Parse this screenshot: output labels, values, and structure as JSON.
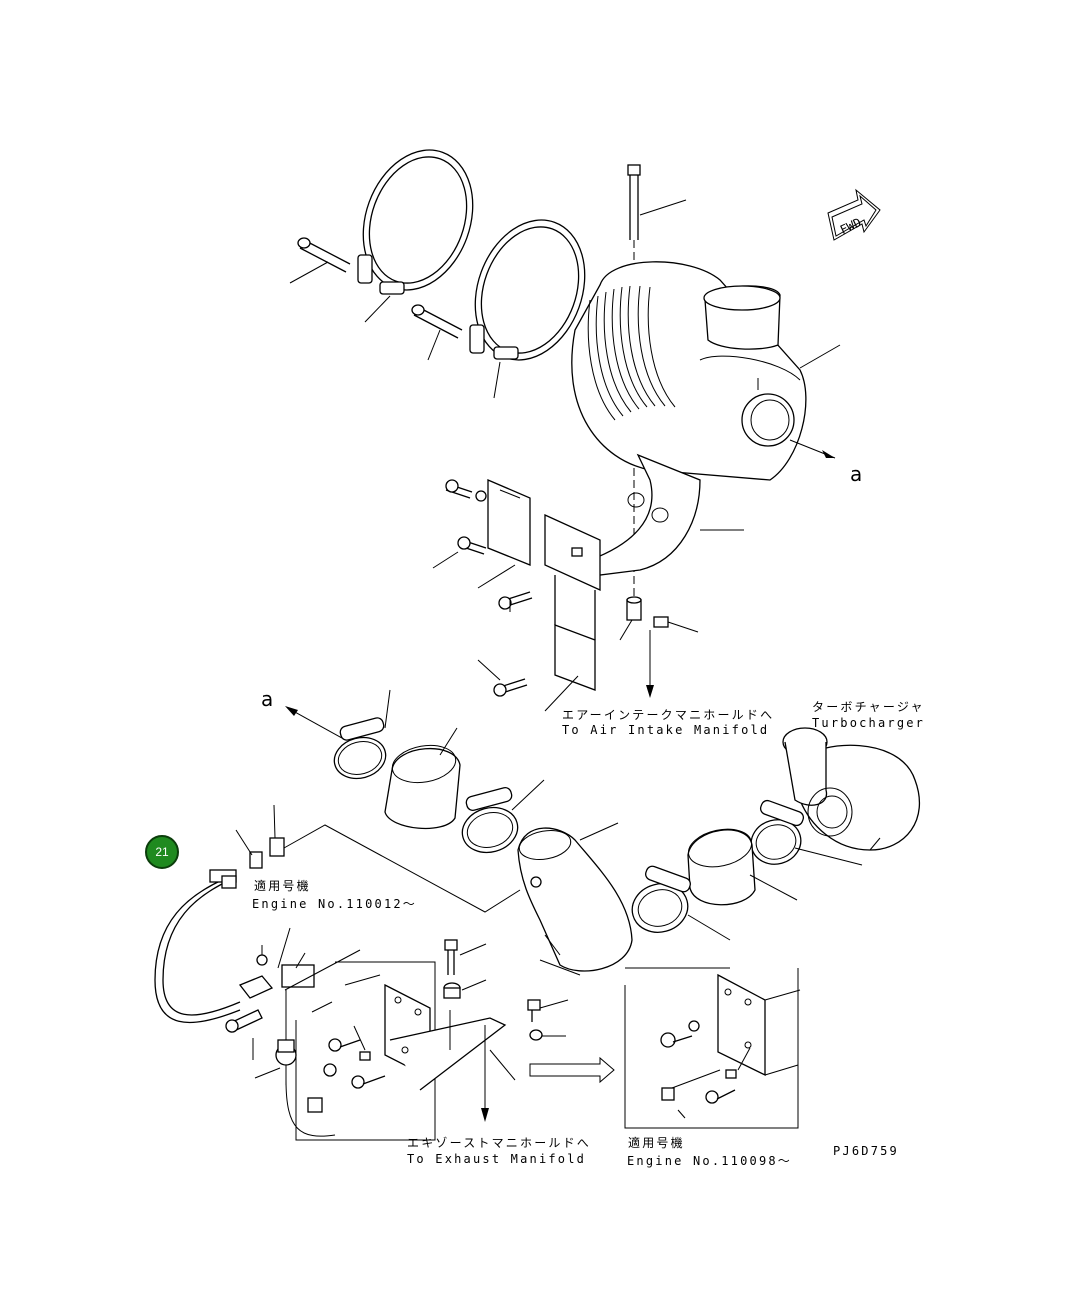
{
  "fwd_arrow": {
    "label": "FWD"
  },
  "letters": {
    "a_top": "a",
    "a_left": "a"
  },
  "labels": {
    "air_intake_jp": "エアーインテークマニホールドへ",
    "air_intake_en": "To Air Intake Manifold",
    "turbo_jp": "ターボチャージャ",
    "turbo_en": "Turbocharger",
    "engine1_jp": "適用号機",
    "engine1_en": "Engine No.110012～",
    "exhaust_jp": "エキゾーストマニホールドへ",
    "exhaust_en": "To Exhaust Manifold",
    "engine2_jp": "適用号機",
    "engine2_en": "Engine No.110098～",
    "drawing_code": "PJ6D759"
  },
  "callouts": [
    {
      "number": "21"
    }
  ],
  "colors": {
    "callout_fill": "#1f8a1f",
    "line": "#000000",
    "background": "#ffffff"
  }
}
